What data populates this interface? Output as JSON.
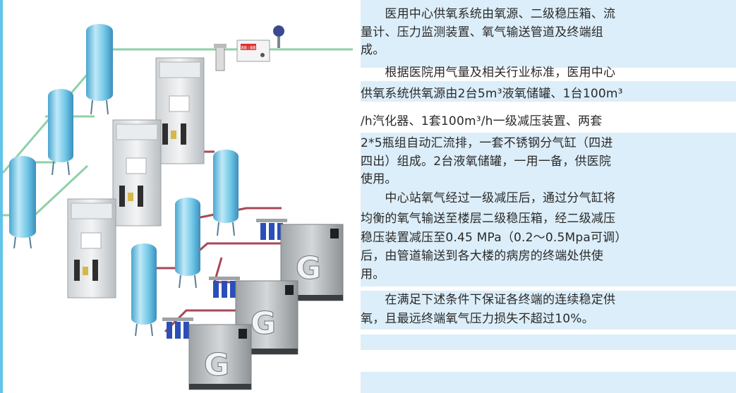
{
  "colors": {
    "panel_stripe": "#dceef9",
    "text": "#2a2a2a",
    "pipe_green": "#8fd1a8",
    "pipe_red": "#a84856",
    "tank_blue": "#6ec5e5",
    "left_edge": "#5fc4e8"
  },
  "illustration": {
    "tanks": 6,
    "concentrators": 3,
    "compressors": 3,
    "filter_banks": 3,
    "compressor_logo": "G",
    "monitor_display": "88:88"
  },
  "text_lines": [
    "　　医用中心供氧系统由氧源、二级稳压箱、流",
    "量计、压力监测装置、氧气输送管道及终端组",
    "成。",
    "　　根据医院用气量及相关行业标准，医用中心",
    "供氧系统供氧源由2台5m³液氧储罐、1台100m³",
    "/h汽化器、1套100m³/h一级减压装置、两套",
    "2*5瓶组自动汇流排，一套不锈钢分气缸（四进",
    "四出）组成。2台液氧储罐，一用一备，供医院",
    "使用。",
    "　　中心站氧气经过一级减压后，通过分气缸将",
    "均衡的氧气输送至楼层二级稳压箱，经二级减压",
    "稳压装置减压至0.45 MPa（0.2～0.5Mpa可调）",
    "后，由管道输送到各大楼的病房的终端处供使",
    "用。",
    "　　在满足下述条件下保证各终端的连续稳定供",
    "氧，且最远终端氧气压力损失不超过10%。"
  ]
}
